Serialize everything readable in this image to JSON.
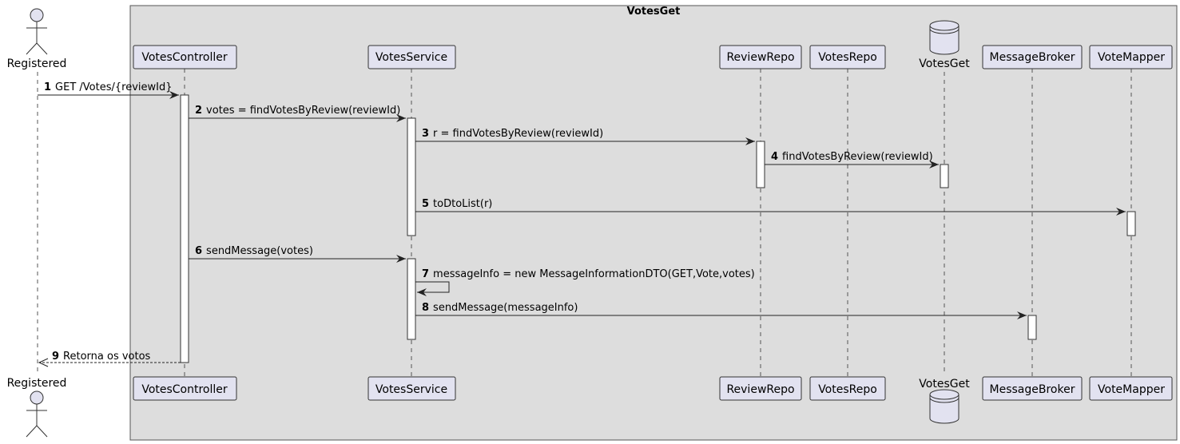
{
  "box": {
    "title": "VotesGet"
  },
  "actor": {
    "name": "Registered"
  },
  "participants": [
    {
      "id": "controller",
      "label": "VotesController",
      "kind": "participant"
    },
    {
      "id": "service",
      "label": "VotesService",
      "kind": "participant"
    },
    {
      "id": "reviewRepo",
      "label": "ReviewRepo",
      "kind": "participant"
    },
    {
      "id": "votesRepo",
      "label": "VotesRepo",
      "kind": "participant"
    },
    {
      "id": "db",
      "label": "VotesGet",
      "kind": "database"
    },
    {
      "id": "broker",
      "label": "MessageBroker",
      "kind": "participant"
    },
    {
      "id": "mapper",
      "label": "VoteMapper",
      "kind": "participant"
    }
  ],
  "messages": [
    {
      "num": "1",
      "text": "GET /Votes/{reviewId}",
      "from": "actor",
      "to": "controller",
      "type": "sync"
    },
    {
      "num": "2",
      "text": "votes = findVotesByReview(reviewId)",
      "from": "controller",
      "to": "service",
      "type": "sync"
    },
    {
      "num": "3",
      "text": "r = findVotesByReview(reviewId)",
      "from": "service",
      "to": "reviewRepo",
      "type": "sync"
    },
    {
      "num": "4",
      "text": "findVotesByReview(reviewId)",
      "from": "reviewRepo",
      "to": "db",
      "type": "sync"
    },
    {
      "num": "5",
      "text": "toDtoList(r)",
      "from": "service",
      "to": "mapper",
      "type": "sync"
    },
    {
      "num": "6",
      "text": "sendMessage(votes)",
      "from": "controller",
      "to": "service",
      "type": "sync"
    },
    {
      "num": "7",
      "text": "messageInfo = new MessageInformationDTO(GET,Vote,votes)",
      "from": "service",
      "to": "service",
      "type": "self"
    },
    {
      "num": "8",
      "text": "sendMessage(messageInfo)",
      "from": "service",
      "to": "broker",
      "type": "sync"
    },
    {
      "num": "9",
      "text": "Retorna os votos",
      "from": "controller",
      "to": "actor",
      "type": "return"
    }
  ]
}
